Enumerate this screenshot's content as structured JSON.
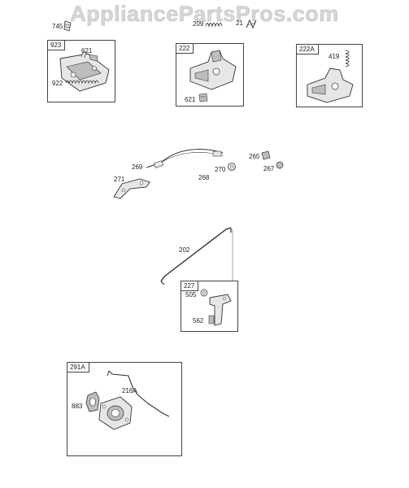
{
  "watermark": "AppliancePartsPros.com",
  "boxes": {
    "b923": "923",
    "b222": "222",
    "b222a": "222A",
    "b227": "227",
    "b291a": "291A"
  },
  "labels": {
    "p745": "745",
    "p209": "209",
    "p21": "21",
    "p621a": "621",
    "p922": "922",
    "p621b": "621",
    "p419": "419",
    "p269": "269",
    "p268": "268",
    "p270": "270",
    "p265": "265",
    "p267": "267",
    "p271": "271",
    "p202": "202",
    "p505": "505",
    "p562": "562",
    "p216a": "216A",
    "p883": "883"
  },
  "colors": {
    "line": "#333333",
    "fill_light": "#e6e6e6",
    "fill_mid": "#bdbdbd",
    "watermark": "#d6d6d6"
  }
}
